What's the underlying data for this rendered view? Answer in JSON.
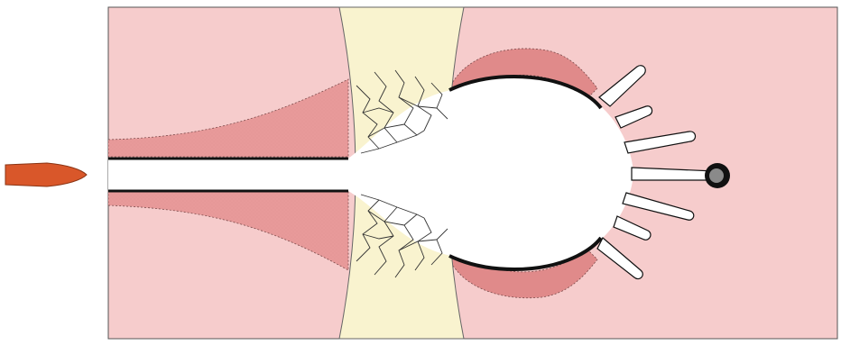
{
  "diagram": {
    "type": "schematic illustration",
    "text_labels": [],
    "colors": {
      "background": "#ffffff",
      "tissue": "#f6cccc",
      "damaged_zone": "#e89a9a",
      "bone": "#f9f3cf",
      "cavity": "#ffffff",
      "tract_edge": "#111111",
      "projectile": "#d9572a",
      "fragment": "#8a8a8a",
      "outline": "#444444"
    },
    "elements": [
      {
        "name": "projectile",
        "icon": "bullet-icon"
      },
      {
        "name": "tissue-block"
      },
      {
        "name": "bone-layer"
      },
      {
        "name": "permanent-tract"
      },
      {
        "name": "temporary-cavity"
      },
      {
        "name": "bone-fragments"
      },
      {
        "name": "secondary-tracts",
        "count": 7
      },
      {
        "name": "projectile-fragment",
        "icon": "fragment-icon"
      }
    ]
  }
}
